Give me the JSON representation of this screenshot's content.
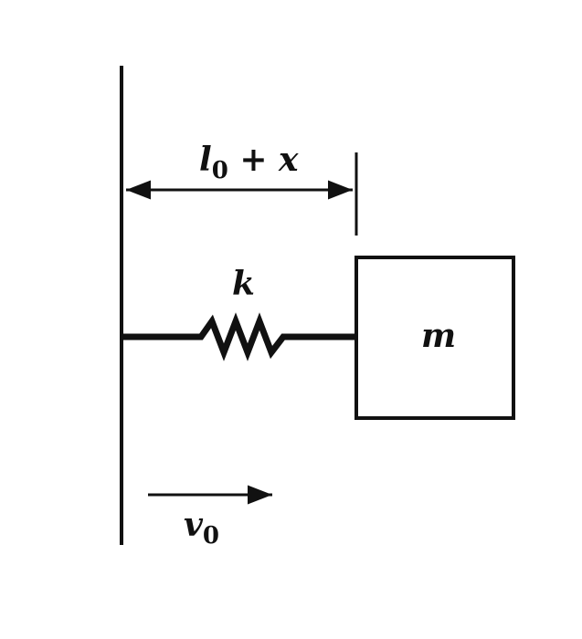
{
  "labels": {
    "length_base": "l",
    "length_sub": "0",
    "length_rest": " + x",
    "spring_constant": "k",
    "mass": "m",
    "velocity_base": "v",
    "velocity_sub": "0"
  },
  "colors": {
    "ink": "#111111",
    "background": "#ffffff"
  }
}
